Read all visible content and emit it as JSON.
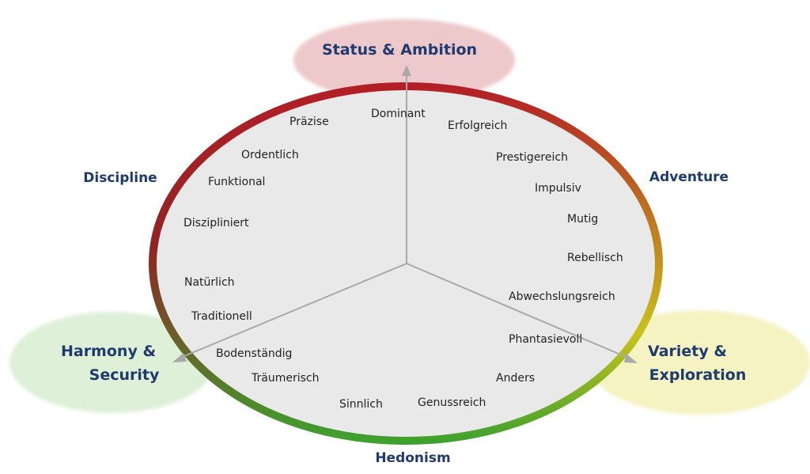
{
  "colors": {
    "status_blob": "#eec9cc",
    "harmony_blob": "#dff0d8",
    "variety_blob": "#f5f3c2",
    "ellipse_fill": "#e9e9e9",
    "axis": "#a9a9a9",
    "pole_text": "#1f3b6e",
    "word_text": "#222222",
    "ring_top": "#b21f26",
    "ring_right": "#c9c21c",
    "ring_bottom": "#3fa12e",
    "ring_left": "#8f2424"
  },
  "poles": {
    "status": "Status & Ambition",
    "adventure": "Adventure",
    "discipline": "Discipline",
    "harmony": {
      "line1": "Harmony &",
      "line2": "Security"
    },
    "variety": {
      "line1": "Variety &",
      "line2": "Exploration"
    },
    "hedonism": "Hedonism"
  },
  "words": {
    "dominant": "Dominant",
    "praezise": "Präzise",
    "erfolgreich": "Erfolgreich",
    "ordentlich": "Ordentlich",
    "prestigereich": "Prestigereich",
    "funktional": "Funktional",
    "impulsiv": "Impulsiv",
    "mutig": "Mutig",
    "diszipliniert": "Diszipliniert",
    "rebellisch": "Rebellisch",
    "natuerlich": "Natürlich",
    "abwechslungsreich": "Abwechslungsreich",
    "traditionell": "Traditionell",
    "phantasievoll": "Phantasievoll",
    "bodenstaendig": "Bodenständig",
    "traeumerisch": "Träumerisch",
    "anders": "Anders",
    "sinnlich": "Sinnlich",
    "genussreich": "Genussreich"
  }
}
